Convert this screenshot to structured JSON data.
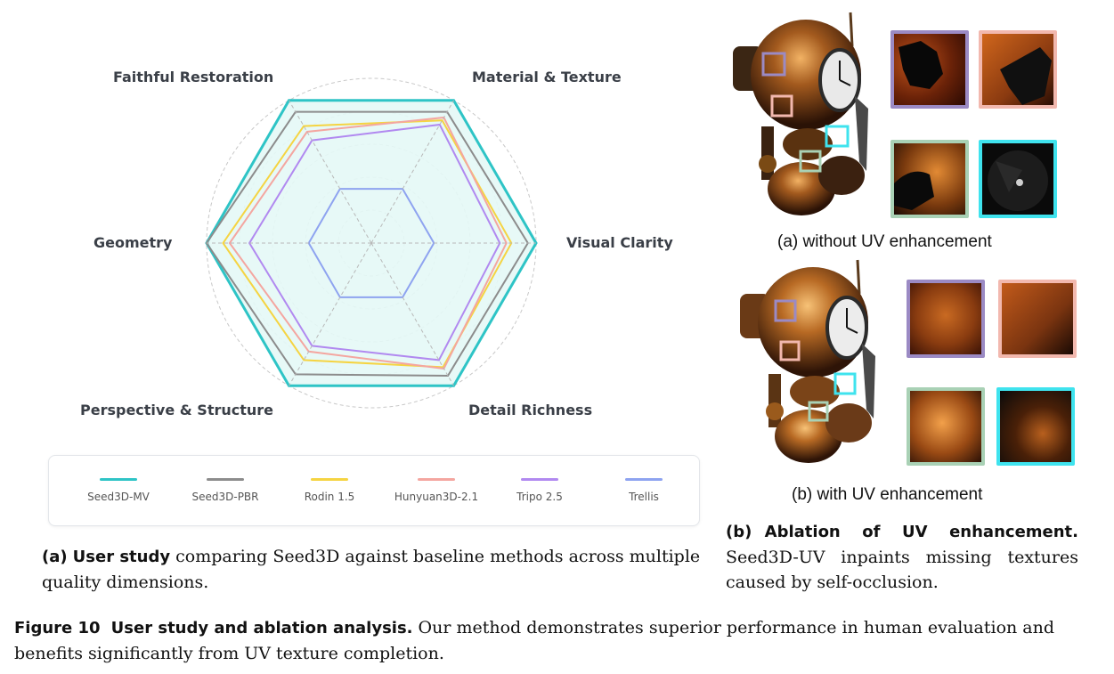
{
  "chart_data": {
    "type": "radar",
    "axes": [
      "Material & Texture",
      "Visual Clarity",
      "Detail Richness",
      "Perspective & Structure",
      "Geometry",
      "Faithful Restoration"
    ],
    "grid": "dashed-circles",
    "legend_position": "bottom",
    "series": [
      {
        "name": "Seed3D-MV",
        "color": "#2ec4c6",
        "fill": "#e4f8f6",
        "values": [
          1.0,
          1.0,
          1.0,
          1.0,
          1.0,
          1.0
        ]
      },
      {
        "name": "Seed3D-PBR",
        "color": "#8c8c8c",
        "values": [
          0.92,
          0.95,
          0.93,
          0.92,
          1.0,
          0.92
        ]
      },
      {
        "name": "Rodin 1.5",
        "color": "#f5d442",
        "values": [
          0.86,
          0.85,
          0.87,
          0.82,
          0.9,
          0.82
        ]
      },
      {
        "name": "Hunyuan3D-2.1",
        "color": "#f4a6a0",
        "values": [
          0.88,
          0.82,
          0.88,
          0.76,
          0.86,
          0.78
        ]
      },
      {
        "name": "Tripo 2.5",
        "color": "#b189f0",
        "values": [
          0.83,
          0.78,
          0.82,
          0.72,
          0.74,
          0.72
        ]
      },
      {
        "name": "Trellis",
        "color": "#8ea3f0",
        "values": [
          0.38,
          0.38,
          0.38,
          0.38,
          0.38,
          0.38
        ]
      }
    ]
  },
  "panel_a": {
    "tag": "(a)",
    "head": "User study",
    "text": "comparing Seed3D against baseline methods across multiple quality dimensions."
  },
  "panel_b": {
    "tag": "(b)",
    "head": "Ablation of UV enhancement.",
    "text": "Seed3D-UV inpaints missing textures caused by self-occlusion.",
    "caption_top": "(a) without UV enhancement",
    "caption_bottom": "(b) with UV enhancement",
    "box_colors": [
      "#9b8ac4",
      "#f2b8ae",
      "#a9d1b5",
      "#3fe3ee"
    ]
  },
  "figure": {
    "label": "Figure 10",
    "head": "User study and ablation analysis.",
    "text": "Our method demonstrates superior performance in human evaluation and benefits significantly from UV texture completion."
  }
}
